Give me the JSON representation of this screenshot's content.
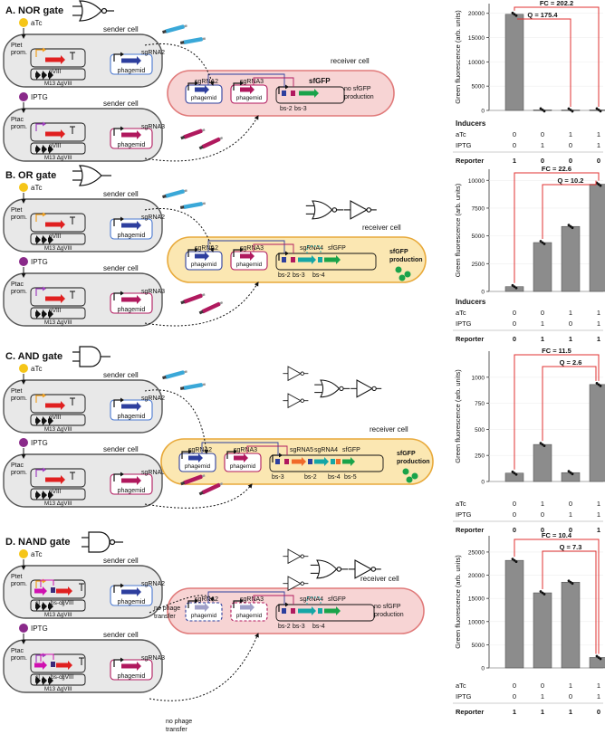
{
  "colors": {
    "receiver_off": "#f7d4d4",
    "receiver_off_border": "#e07a7a",
    "receiver_on": "#fbe7b2",
    "receiver_on_border": "#e8a93a",
    "bar": "#8c8c8c",
    "red_line": "#e03030",
    "atc": "#f5c518",
    "iptg": "#8a2a8a",
    "sgfp": "#1aa34a",
    "sgrna2": "#2e3f9e",
    "sgrna3": "#b0195e"
  },
  "icons": [
    "nor-gate-icon",
    "or-gate-icon",
    "and-gate-icon",
    "nand-gate-icon",
    "phage-icon",
    "gene-arrow-icon"
  ],
  "common": {
    "sender_cell": "sender cell",
    "receiver_cell": "receiver cell",
    "atc": "aTc",
    "iptg": "IPTG",
    "ptet": "Ptet",
    "ptac": "Ptac",
    "prom": "prom.",
    "gviii": "gVIII",
    "m13": "M13 ΔgVIII",
    "phagemid": "phagemid",
    "sgrna2": "sgRNA2",
    "sgrna3": "sgRNA3",
    "sgfp": "sfGFP",
    "inducers": "Inducers",
    "reporter": "Reporter",
    "ylabel": "Green fluorescence (arb. units)",
    "no_production": "no sfGFP",
    "production_word": "production",
    "sfgfp_word": "sfGFP"
  },
  "panels": {
    "a": {
      "title": "A. NOR gate",
      "fc": "FC = 202.2",
      "q": "Q = 175.4",
      "ticks": [
        "0",
        "5000",
        "10000",
        "15000",
        "20000"
      ],
      "atc": [
        "0",
        "0",
        "1",
        "1"
      ],
      "iptg": [
        "0",
        "1",
        "0",
        "1"
      ],
      "reporter": [
        "1",
        "0",
        "0",
        "0"
      ],
      "bs1": "bs-2",
      "bs2": "bs-3"
    },
    "b": {
      "title": "B. OR gate",
      "fc": "FC = 22.6",
      "q": "Q = 10.2",
      "ticks": [
        "0",
        "2500",
        "5000",
        "7500",
        "10000"
      ],
      "atc": [
        "0",
        "0",
        "1",
        "1"
      ],
      "iptg": [
        "0",
        "1",
        "0",
        "1"
      ],
      "reporter": [
        "0",
        "1",
        "1",
        "1"
      ],
      "sgrna4": "sgRNA4",
      "bs1": "bs-2",
      "bs2": "bs-3",
      "bs3": "bs-4"
    },
    "c": {
      "title": "C. AND gate",
      "fc": "FC = 11.5",
      "q": "Q = 2.6",
      "ticks": [
        "0",
        "250",
        "500",
        "750",
        "1000"
      ],
      "atc": [
        "0",
        "1",
        "0",
        "1"
      ],
      "iptg": [
        "0",
        "0",
        "1",
        "1"
      ],
      "reporter": [
        "0",
        "0",
        "0",
        "1"
      ],
      "sgrna5": "sgRNA5",
      "sgrna4": "sgRNA4",
      "bs1": "bs-3",
      "bs2": "bs-2",
      "bs3": "bs-4",
      "bs4": "bs-5"
    },
    "d": {
      "title": "D. NAND gate",
      "fc": "FC = 10.4",
      "q": "Q = 7.3",
      "ticks": [
        "0",
        "5000",
        "10000",
        "15000",
        "20000",
        "25000"
      ],
      "atc": [
        "0",
        "0",
        "1",
        "1"
      ],
      "iptg": [
        "0",
        "1",
        "0",
        "1"
      ],
      "reporter": [
        "1",
        "1",
        "1",
        "0"
      ],
      "no_phage_1": "no phage",
      "no_phage_2": "transfer",
      "ci": "cI",
      "bs_ci": "bs-cI",
      "sgrna4": "sgRNA4",
      "bs1": "bs-2",
      "bs2": "bs-3",
      "bs3": "bs-4"
    }
  },
  "chart_data": [
    {
      "type": "bar",
      "categories": [
        "aTc0 IPTG0",
        "aTc0 IPTG1",
        "aTc1 IPTG0",
        "aTc1 IPTG1"
      ],
      "values": [
        19800,
        110,
        100,
        110
      ],
      "ylim": [
        0,
        22000
      ],
      "ylabel": "Green fluorescence (arb. units)",
      "annotations": [
        "FC = 202.2",
        "Q = 175.4"
      ]
    },
    {
      "type": "bar",
      "categories": [
        "aTc0 IPTG0",
        "aTc0 IPTG1",
        "aTc1 IPTG0",
        "aTc1 IPTG1"
      ],
      "values": [
        430,
        4400,
        5850,
        9650
      ],
      "ylim": [
        0,
        11000
      ],
      "ylabel": "Green fluorescence (arb. units)",
      "annotations": [
        "FC = 22.6",
        "Q = 10.2"
      ]
    },
    {
      "type": "bar",
      "categories": [
        "aTc0 IPTG0",
        "aTc1 IPTG0",
        "aTc0 IPTG1",
        "aTc1 IPTG1"
      ],
      "values": [
        80,
        355,
        85,
        930
      ],
      "ylim": [
        0,
        1250
      ],
      "ylabel": "Green fluorescence (arb. units)",
      "annotations": [
        "FC = 11.5",
        "Q = 2.6"
      ]
    },
    {
      "type": "bar",
      "categories": [
        "aTc0 IPTG0",
        "aTc0 IPTG1",
        "aTc1 IPTG0",
        "aTc1 IPTG1"
      ],
      "values": [
        23200,
        16200,
        18500,
        2250
      ],
      "ylim": [
        0,
        28500
      ],
      "ylabel": "Green fluorescence (arb. units)",
      "annotations": [
        "FC = 10.4",
        "Q = 7.3"
      ]
    }
  ]
}
